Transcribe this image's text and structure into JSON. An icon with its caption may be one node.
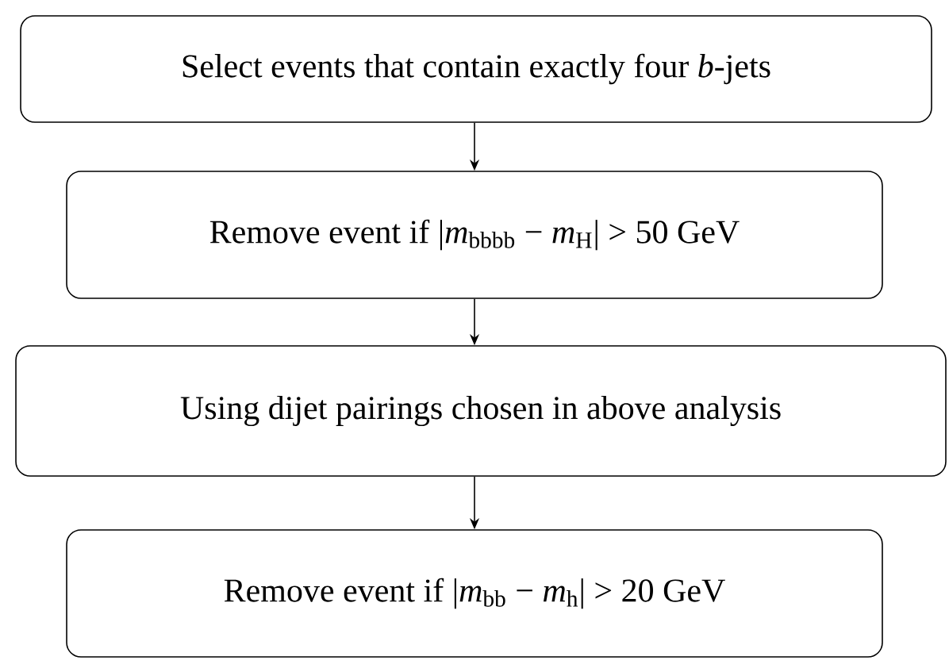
{
  "diagram": {
    "nodes": [
      {
        "text": [
          "Select events that contain exactly four *b*-jets"
        ]
      },
      {
        "text": [
          "Remove event if |*m*$_{bbbb}$ − *m*$_{H}$| > 50 GeV"
        ]
      },
      {
        "text": [
          "Using dijet pairings chosen in above analysis"
        ]
      },
      {
        "text": [
          "Remove event if |*m*$_{bb}$ − *m*$_{h}$| > 20 GeV"
        ]
      }
    ],
    "edges": [
      {
        "from": 0,
        "to": 1,
        "arrow": "to"
      },
      {
        "from": 1,
        "to": 2,
        "arrow": "to"
      },
      {
        "from": 2,
        "to": 3,
        "arrow": "to"
      }
    ]
  }
}
